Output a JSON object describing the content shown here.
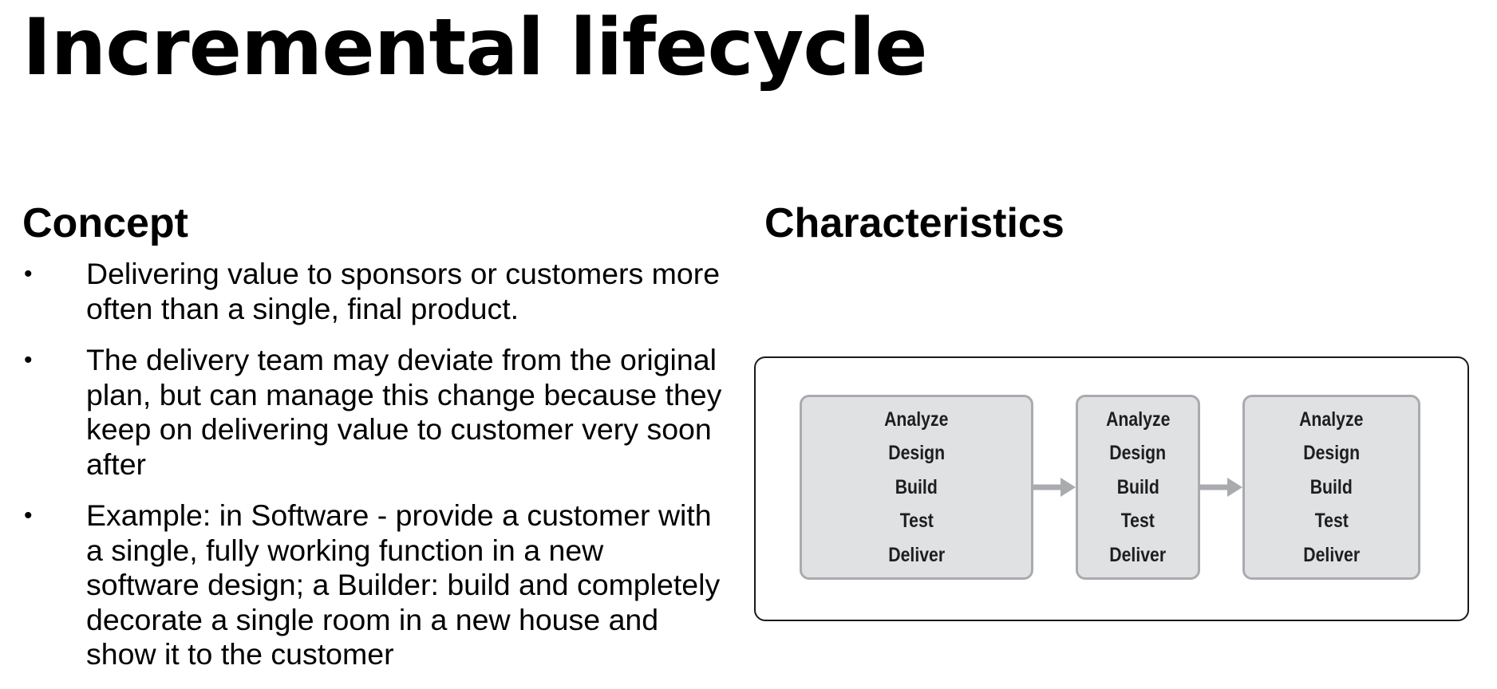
{
  "slide": {
    "title": "Incremental lifecycle"
  },
  "concept": {
    "heading": "Concept",
    "bullet_symbol": "•",
    "items": [
      "Delivering value to sponsors or customers more often than a single, final product.",
      "The delivery team may deviate from the original plan, but can manage this change because they keep on delivering value to customer very soon after",
      "Example: in Software - provide a customer with a single, fully working function in a new software design; a Builder: build and completely decorate a single room in a new house and show it to the customer"
    ]
  },
  "characteristics": {
    "heading": "Characteristics",
    "diagram": {
      "stages": [
        {
          "steps": [
            "Analyze",
            "Design",
            "Build",
            "Test",
            "Deliver"
          ]
        },
        {
          "steps": [
            "Analyze",
            "Design",
            "Build",
            "Test",
            "Deliver"
          ]
        },
        {
          "steps": [
            "Analyze",
            "Design",
            "Build",
            "Test",
            "Deliver"
          ]
        }
      ],
      "colors": {
        "box_fill": "#e0e1e3",
        "box_border": "#a9abaf",
        "arrow": "#a9abaf",
        "frame_border": "#1a1a1a"
      }
    }
  }
}
